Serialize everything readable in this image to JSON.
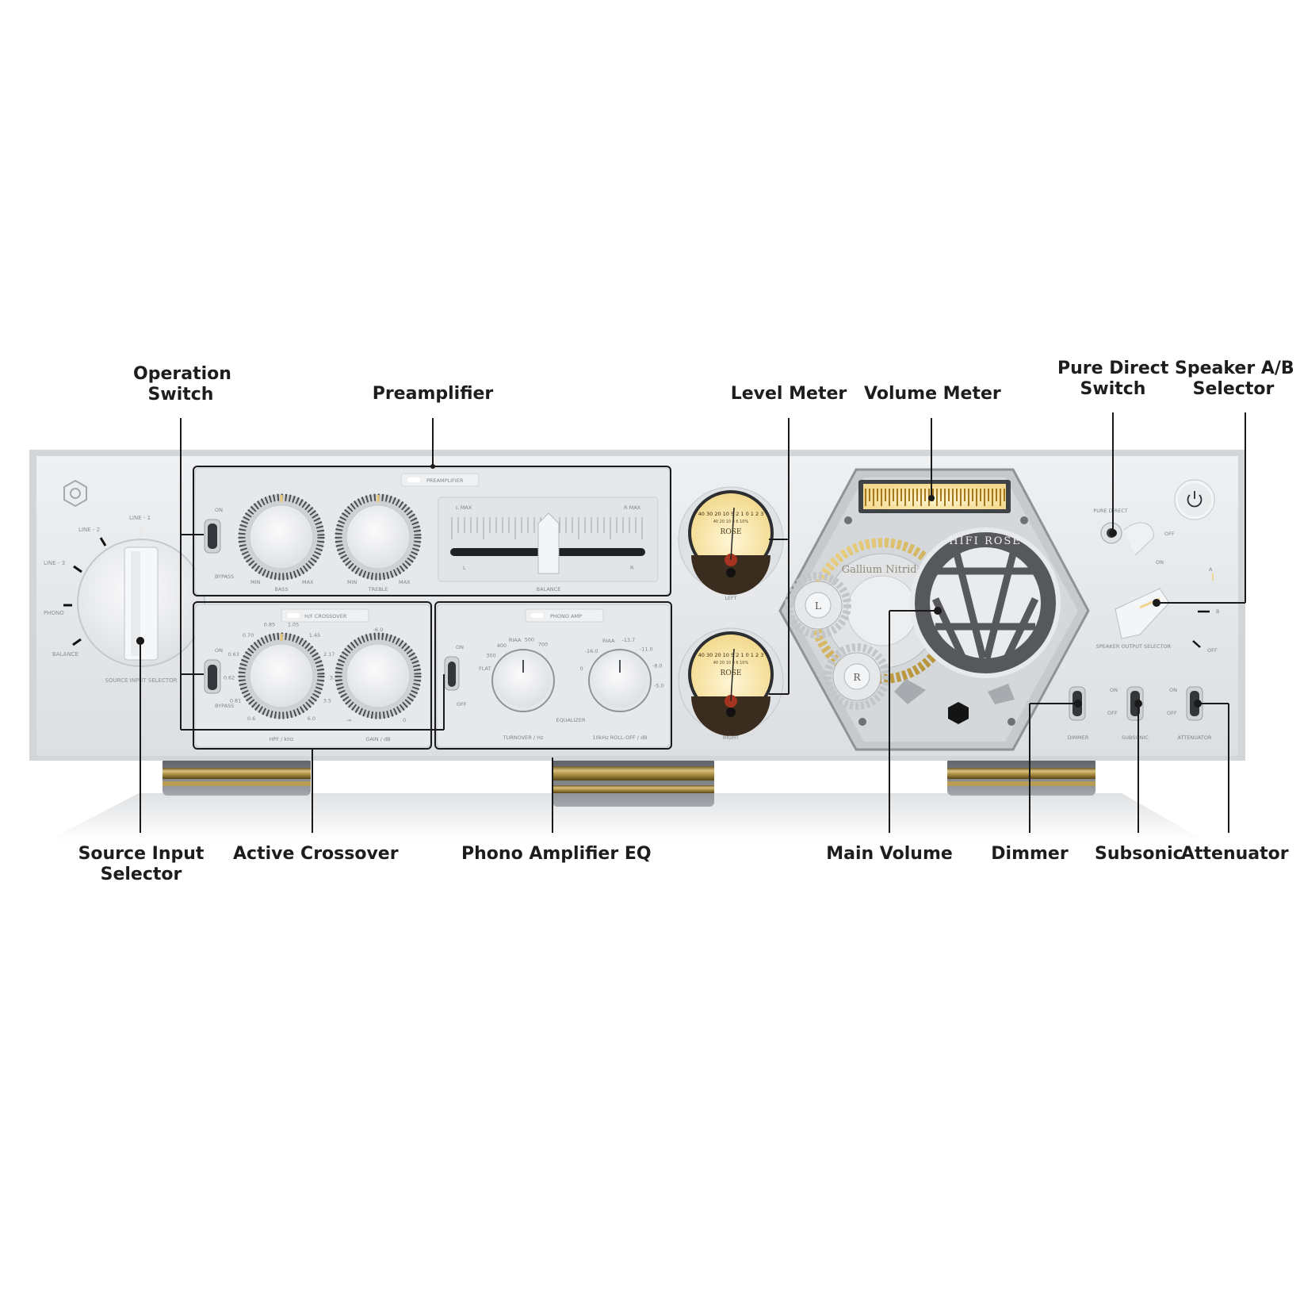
{
  "callouts": {
    "operation_switch": [
      "Operation",
      "Switch"
    ],
    "preamplifier": [
      "Preamplifier"
    ],
    "level_meter": [
      "Level Meter"
    ],
    "volume_meter": [
      "Volume Meter"
    ],
    "pure_direct_switch": [
      "Pure Direct",
      "Switch"
    ],
    "speaker_ab_selector": [
      "Speaker A/B",
      "Selector"
    ],
    "source_input_selector": [
      "Source Input",
      "Selector"
    ],
    "active_crossover": [
      "Active Crossover"
    ],
    "phono_amplifier_eq": [
      "Phono Amplifier EQ"
    ],
    "main_volume": [
      "Main Volume"
    ],
    "dimmer": [
      "Dimmer"
    ],
    "subsonic": [
      "Subsonic"
    ],
    "attenuator": [
      "Attenuator"
    ]
  },
  "panel": {
    "source": {
      "positions": [
        "LINE - 1",
        "LINE - 2",
        "LINE - 3",
        "PHONO",
        "BALANCE"
      ],
      "label": "SOURCE INPUT SELECTOR"
    },
    "preamplifier": {
      "title": "PREAMPLIFIER",
      "switch_on": "ON",
      "switch_off": "BYPASS",
      "knobs": [
        {
          "name": "BASS",
          "min": "MIN",
          "max": "MAX"
        },
        {
          "name": "TREBLE",
          "min": "MIN",
          "max": "MAX"
        }
      ],
      "balance": {
        "name": "BALANCE",
        "left_max": "L MAX",
        "right_max": "R MAX",
        "left": "L",
        "right": "R"
      }
    },
    "crossover": {
      "title": "H/F CROSSOVER",
      "switch_on": "ON",
      "switch_off": "BYPASS",
      "hpf_ticks": [
        "0.6",
        "0.81",
        "0.62",
        "0.63",
        "0.70",
        "0.85",
        "1.05",
        "1.45",
        "2.17",
        "3.5",
        "3.5",
        "6.0"
      ],
      "gain_ticks": [
        "-∞",
        "-6.0",
        "0"
      ],
      "hpf_label": "HPF / kHz",
      "gain_label": "GAIN / dB"
    },
    "phono": {
      "title": "PHONO AMP",
      "switch_on": "ON",
      "switch_off": "OFF",
      "turnover_ticks": [
        "FLAT",
        "300",
        "400",
        "RIAA",
        "500",
        "700"
      ],
      "rolloff_ticks": [
        "0",
        "-16.0",
        "RIAA",
        "-13.7",
        "-11.0",
        "-8.0",
        "-5.0"
      ],
      "equalizer": "EQUALIZER",
      "turnover_label": "TURNOVER / Hz",
      "rolloff_label": "10kHz ROLL-OFF / dB"
    },
    "meters": {
      "left_label": "LEFT",
      "right_label": "RIGHT",
      "scale_top": "40 30 20 10  5 2 1 0 1  2  3",
      "scale_bottom": "40 20 10 8 6 10%",
      "brand": "ROSE"
    },
    "volume": {
      "dial_text": "HIFI ROSE",
      "ring_text": "Gallium Nitride",
      "gear_l": "L",
      "gear_r": "R"
    },
    "right_controls": {
      "pure_direct": "PURE DIRECT",
      "pure_off": "OFF",
      "pure_on": "ON",
      "speaker_a": "A",
      "speaker_b": "B",
      "speaker_off": "OFF",
      "speaker_label": "SPEAKER OUTPUT SELECTOR",
      "dimmer": "DIMMER",
      "subsonic": "SUBSONIC",
      "subsonic_on": "ON",
      "subsonic_off": "OFF",
      "attenuator": "ATTENUATOR",
      "attenuator_on": "ON",
      "attenuator_off": "OFF",
      "power_icon": "power-icon"
    }
  }
}
